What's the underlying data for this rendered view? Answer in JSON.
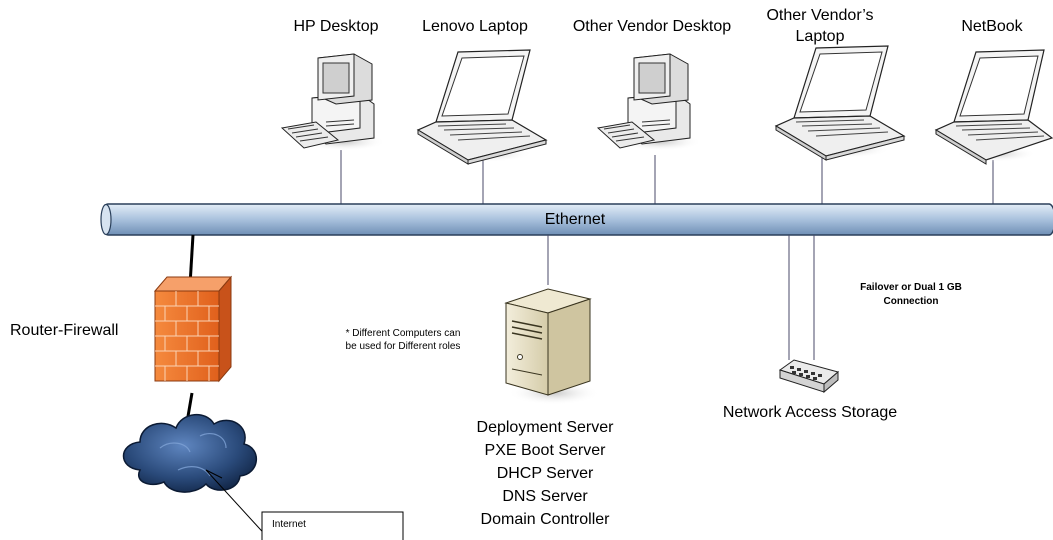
{
  "devices": {
    "hp_desktop": "HP Desktop",
    "lenovo_laptop": "Lenovo Laptop",
    "other_vendor_desktop": "Other Vendor Desktop",
    "other_vendor_laptop_line1": "Other Vendor’s",
    "other_vendor_laptop_line2": "Laptop",
    "netbook": "NetBook"
  },
  "network": {
    "bus_label": "Ethernet",
    "router_firewall": "Router-Firewall",
    "internet": "Internet"
  },
  "notes": {
    "roles_line1": "*  Different Computers can",
    "roles_line2": "be used for Different roles",
    "failover_line1": "Failover or Dual 1 GB",
    "failover_line2": "Connection"
  },
  "storage": {
    "label": "Network Access Storage"
  },
  "server": {
    "roles": [
      "Deployment Server",
      "PXE Boot Server",
      "DHCP Server",
      "DNS Server",
      "Domain Controller"
    ]
  },
  "colors": {
    "bus_fill": "#b9cde4",
    "bus_stroke": "#2a3f5a",
    "firewall": "#f07830",
    "cloud": "#2b4c7e"
  }
}
